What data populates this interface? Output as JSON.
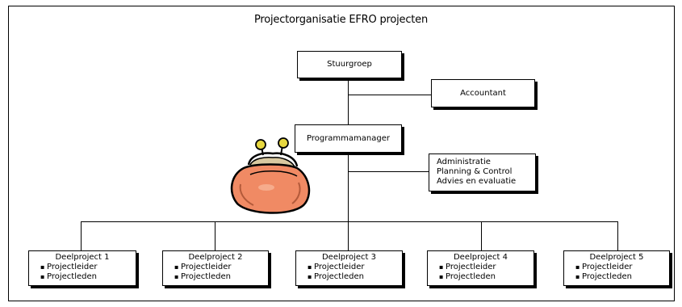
{
  "title": "Projectorganisatie EFRO projecten",
  "nodes": {
    "stuurgroep": "Stuurgroep",
    "accountant": "Accountant",
    "programmamanager": "Programmamanager",
    "admin": [
      "Administratie",
      "Planning & Control",
      "Advies en evaluatie"
    ]
  },
  "deelprojecten": [
    {
      "title": "Deelproject 1",
      "items": [
        "Projectleider",
        "Projectleden"
      ]
    },
    {
      "title": "Deelproject 2",
      "items": [
        "Projectleider",
        "Projectleden"
      ]
    },
    {
      "title": "Deelproject 3",
      "items": [
        "Projectleider",
        "Projectleden"
      ]
    },
    {
      "title": "Deelproject 4",
      "items": [
        "Projectleider",
        "Projectleden"
      ]
    },
    {
      "title": "Deelproject 5",
      "items": [
        "Projectleider",
        "Projectleden"
      ]
    }
  ],
  "illustration": {
    "name": "purse-icon",
    "color": "#f08a64"
  }
}
